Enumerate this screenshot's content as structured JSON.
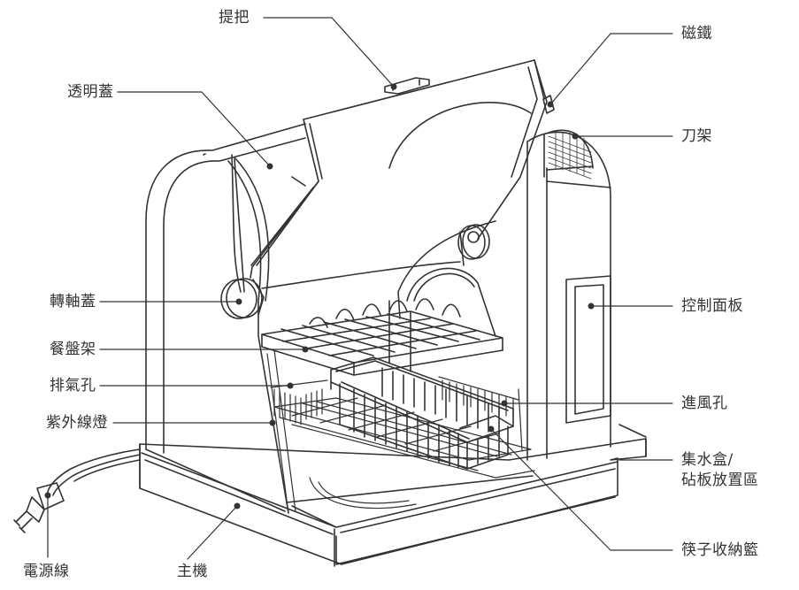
{
  "colors": {
    "line": "#333333",
    "text": "#333333",
    "background": "#ffffff"
  },
  "labels": {
    "handle": "提把",
    "magnet": "磁鐵",
    "transparent_cover": "透明蓋",
    "knife_rack": "刀架",
    "rotating_cover": "轉軸蓋",
    "control_panel": "控制面板",
    "dish_rack": "餐盤架",
    "exhaust_vent": "排氣孔",
    "intake_vent": "進風孔",
    "uv_lamp": "紫外線燈",
    "water_tray_line1": "集水盒/",
    "water_tray_line2": "砧板放置區",
    "power_cord": "電源線",
    "main_unit": "主機",
    "chopstick_basket": "筷子收納籃"
  }
}
